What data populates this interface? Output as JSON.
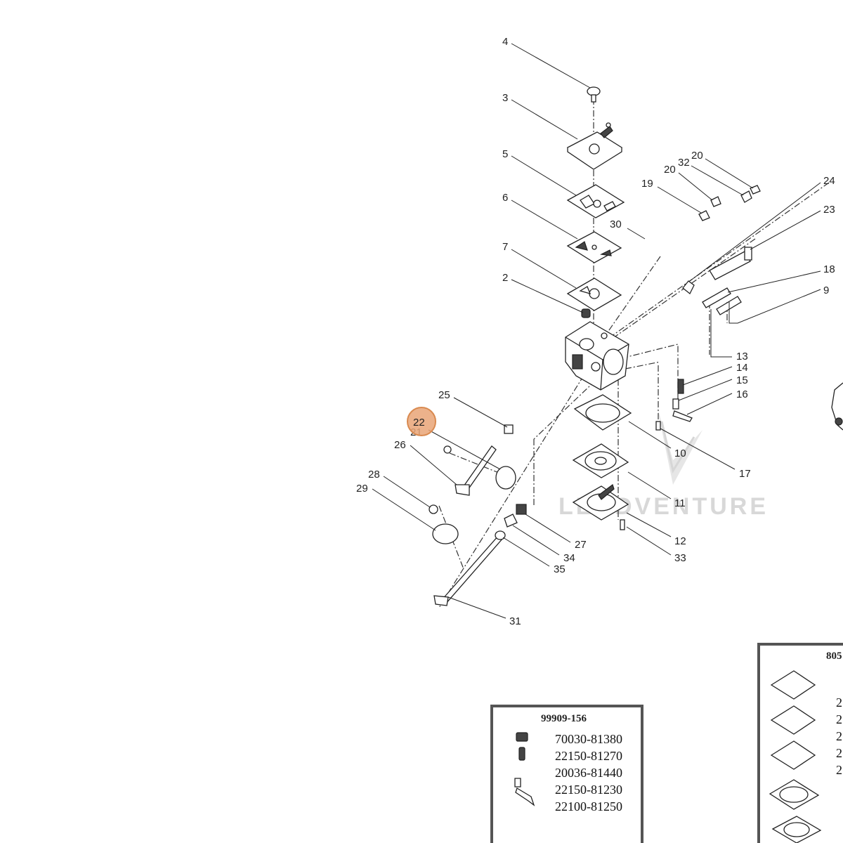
{
  "callouts": [
    {
      "id": "c4",
      "label": "4"
    },
    {
      "id": "c3",
      "label": "3"
    },
    {
      "id": "c5",
      "label": "5"
    },
    {
      "id": "c6",
      "label": "6"
    },
    {
      "id": "c7",
      "label": "7"
    },
    {
      "id": "c2",
      "label": "2"
    },
    {
      "id": "c19",
      "label": "19"
    },
    {
      "id": "c20a",
      "label": "20"
    },
    {
      "id": "c32",
      "label": "32"
    },
    {
      "id": "c20b",
      "label": "20"
    },
    {
      "id": "c24",
      "label": "24"
    },
    {
      "id": "c23",
      "label": "23"
    },
    {
      "id": "c30",
      "label": "30"
    },
    {
      "id": "c18",
      "label": "18"
    },
    {
      "id": "c9",
      "label": "9"
    },
    {
      "id": "c13",
      "label": "13"
    },
    {
      "id": "c14",
      "label": "14"
    },
    {
      "id": "c15",
      "label": "15"
    },
    {
      "id": "c16",
      "label": "16"
    },
    {
      "id": "c25",
      "label": "25"
    },
    {
      "id": "c21",
      "label": "21"
    },
    {
      "id": "c26",
      "label": "26"
    },
    {
      "id": "c28",
      "label": "28"
    },
    {
      "id": "c29",
      "label": "29"
    },
    {
      "id": "c10",
      "label": "10"
    },
    {
      "id": "c17",
      "label": "17"
    },
    {
      "id": "c11",
      "label": "11"
    },
    {
      "id": "c12",
      "label": "12"
    },
    {
      "id": "c33",
      "label": "33"
    },
    {
      "id": "c27",
      "label": "27"
    },
    {
      "id": "c34",
      "label": "34"
    },
    {
      "id": "c35",
      "label": "35"
    },
    {
      "id": "c31",
      "label": "31"
    }
  ],
  "highlight": {
    "label": "22",
    "color": "#e9a477"
  },
  "kit_a": {
    "title": "99909-156",
    "items": [
      "70030-81380",
      "22150-81270",
      "20036-81440",
      "22150-81230",
      "22100-81250"
    ]
  },
  "kit_b": {
    "title": "805",
    "items": [
      "2",
      "2",
      "2",
      "2",
      "2"
    ]
  },
  "watermark": "LEADVENTURE"
}
